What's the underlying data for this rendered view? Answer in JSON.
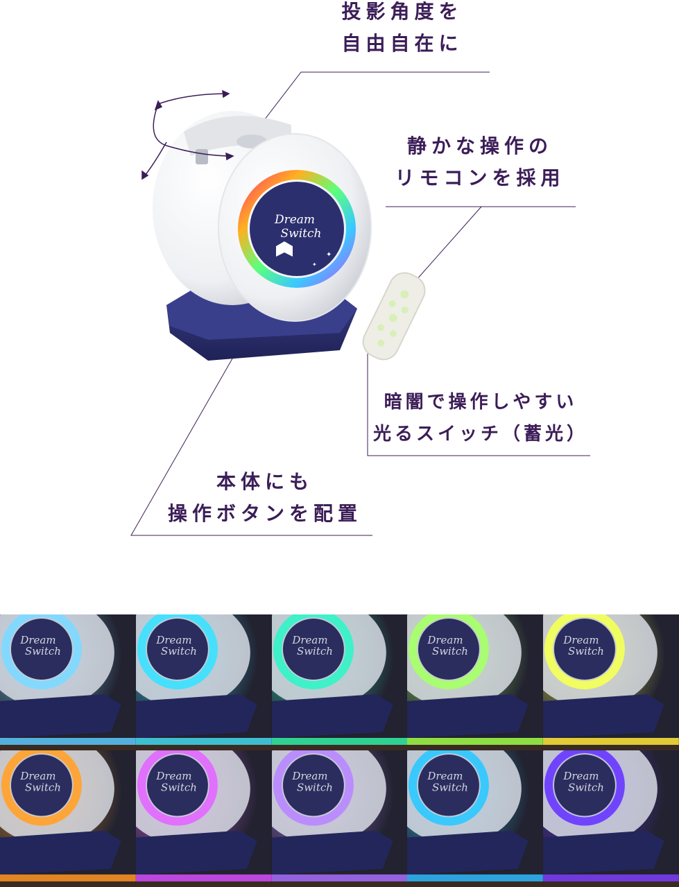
{
  "features": [
    {
      "id": "angle",
      "lines": [
        "投影角度を",
        "自由自在に"
      ]
    },
    {
      "id": "remote",
      "lines": [
        "静かな操作の",
        "リモコンを採用"
      ]
    },
    {
      "id": "glow",
      "lines": [
        "暗闇で操作しやすい",
        "光るスイッチ（蓄光）"
      ]
    },
    {
      "id": "buttons",
      "lines": [
        "本体にも",
        "操作ボタンを配置"
      ]
    }
  ],
  "product": {
    "logo_line1": "Dream",
    "logo_line2": "Switch",
    "icons": [
      "rotate-arrows-icon",
      "moon-icon",
      "book-icon",
      "star-icon"
    ]
  },
  "gallery": {
    "tile_logo": [
      "Dream",
      "Switch"
    ],
    "tiles": [
      {
        "glow": "#7fd9ff",
        "floor": "#59c9ff"
      },
      {
        "glow": "#3fe0ff",
        "floor": "#3fd9f0"
      },
      {
        "glow": "#37f2c8",
        "floor": "#2ff0a8"
      },
      {
        "glow": "#a6ff6a",
        "floor": "#9dff4a"
      },
      {
        "glow": "#f2ff5a",
        "floor": "#ffe83a"
      },
      {
        "glow": "#ffa332",
        "floor": "#ff9424"
      },
      {
        "glow": "#e26bff",
        "floor": "#d24cff"
      },
      {
        "glow": "#b98aff",
        "floor": "#a46cff"
      },
      {
        "glow": "#32c8ff",
        "floor": "#2ab8ff"
      },
      {
        "glow": "#6b3dff",
        "floor": "#7a3cff"
      }
    ]
  },
  "colors": {
    "text": "#3b1d57",
    "line": "#3b1d57",
    "base": "#2a2d6b"
  }
}
